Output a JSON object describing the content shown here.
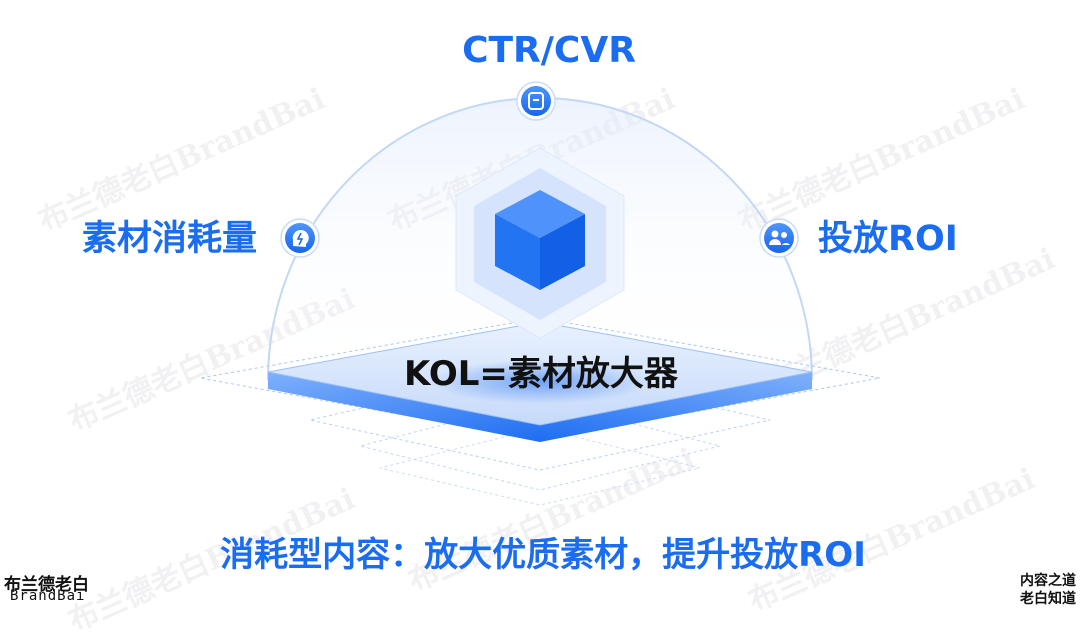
{
  "diagram": {
    "top_label": "CTR/CVR",
    "left_label": "素材消耗量",
    "right_label": "投放ROI",
    "center_label": "KOL=素材放大器",
    "bottom_caption": "消耗型内容：放大优质素材，提升投放ROI"
  },
  "icons": {
    "top": "badge-icon",
    "left": "head-bulb-icon",
    "right": "users-icon"
  },
  "branding": {
    "logo_cn": "布兰德老白",
    "logo_en": "BrandBai",
    "corner_line1": "内容之道",
    "corner_line2": "老白知道"
  },
  "watermark": {
    "text": "布兰德老白BrandBai"
  },
  "colors": {
    "accent": "#1a6cf0",
    "arc": "#c8daf7",
    "cube": "#1d6ff2",
    "hexagon_outer": "#eaf1fd",
    "hexagon_inner": "#d3e3fb",
    "platform_top": "#cfe0fb",
    "platform_edge": "#2d7bf4"
  }
}
